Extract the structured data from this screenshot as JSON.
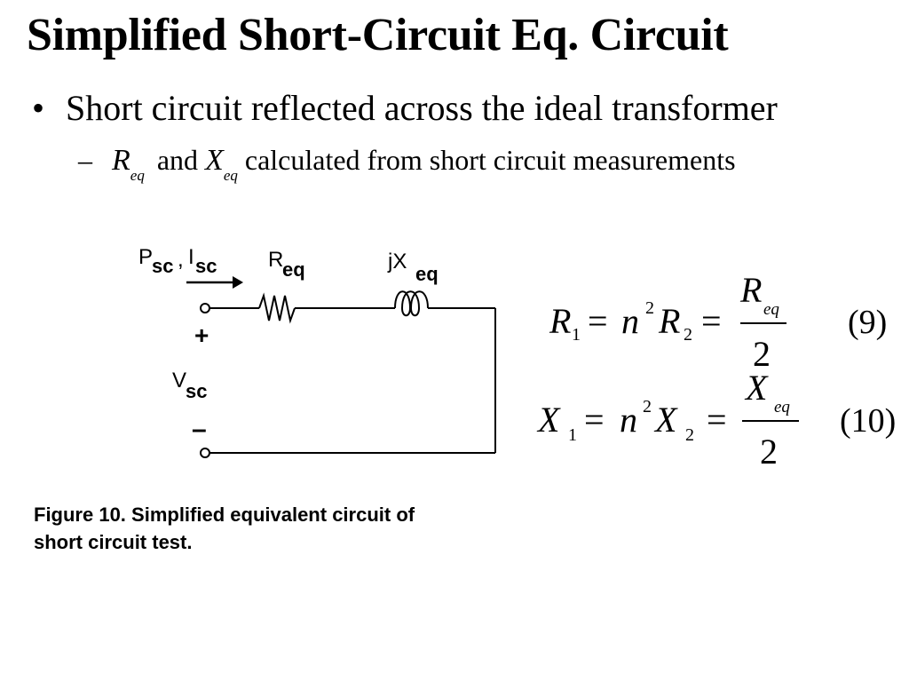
{
  "slide": {
    "title": "Simplified Short-Circuit Eq. Circuit",
    "bullet_symbol": "•",
    "bullet1": "Short circuit reflected across the ideal transformer",
    "sub_bullet": {
      "dash": "–",
      "r_symbol": "R",
      "r_subscript": "eq",
      "and_text": "and",
      "x_symbol": "X",
      "x_subscript": "eq",
      "rest_text": "calculated from short circuit measurements"
    }
  },
  "circuit": {
    "power_label": "P",
    "power_subscript": "sc",
    "comma": ",",
    "current_label": "I",
    "current_subscript": "sc",
    "resistor_label": "R",
    "resistor_subscript": "eq",
    "reactance_label": "jX",
    "reactance_subscript": "eq",
    "plus_sign": "+",
    "minus_sign": "–",
    "voltage_label": "V",
    "voltage_subscript": "sc"
  },
  "caption": {
    "line1": "Figure 10.  Simplified equivalent circuit of",
    "line2": "short circuit test."
  },
  "equations": [
    {
      "lhs": "R",
      "lhs_sub": "1",
      "eq1": "=",
      "n": "n",
      "exp": "2",
      "mid": "R",
      "mid_sub": "2",
      "eq2": "=",
      "num": "R",
      "num_sub": "eq",
      "den": "2",
      "label": "(9)"
    },
    {
      "lhs": "X",
      "lhs_sub": "1",
      "eq1": "=",
      "n": "n",
      "exp": "2",
      "mid": "X",
      "mid_sub": "2",
      "eq2": "=",
      "num": "X",
      "num_sub": "eq",
      "den": "2",
      "label": "(10)"
    }
  ]
}
